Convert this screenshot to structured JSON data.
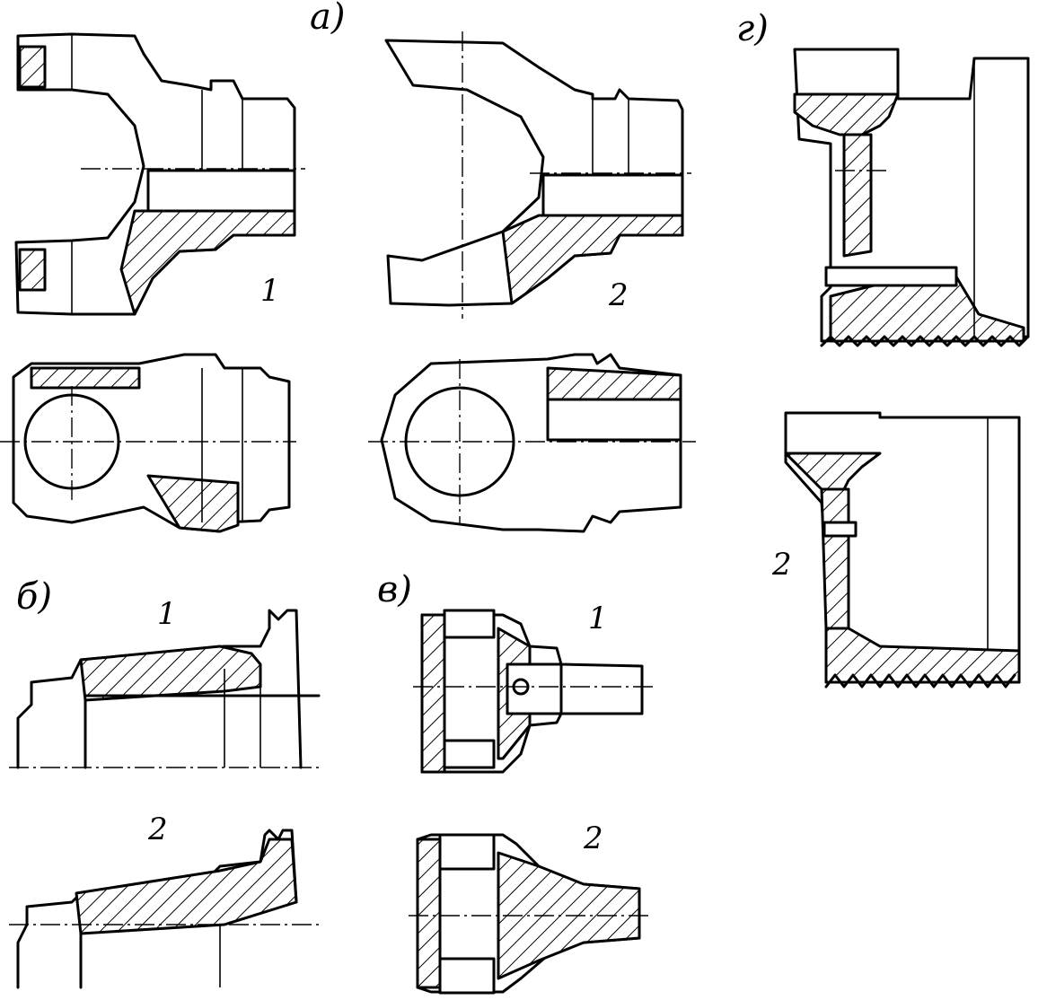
{
  "labels": {
    "a": "а)",
    "b": "б)",
    "v": "в)",
    "g": "г)"
  },
  "numbers": {
    "a_1": "1",
    "a_2": "2",
    "b_1": "1",
    "b_2": "2",
    "v_1": "1",
    "v_2": "2",
    "g_2": "2"
  },
  "colors": {
    "ink": "#000000",
    "paper": "#ffffff"
  }
}
